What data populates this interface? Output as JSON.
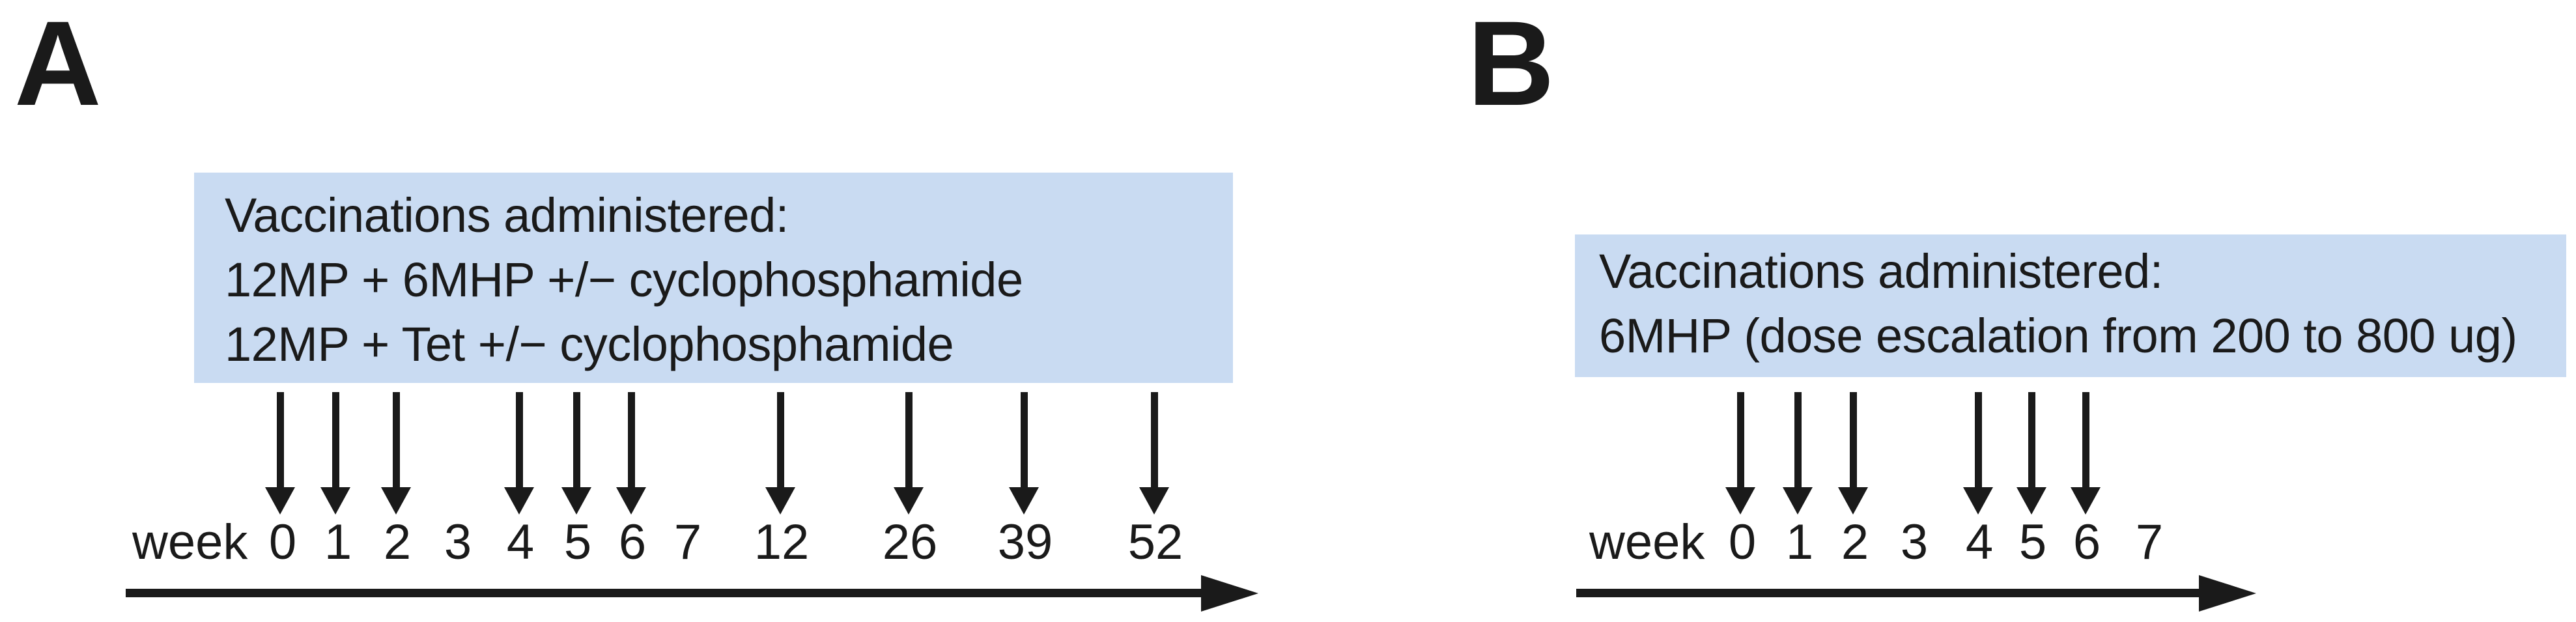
{
  "figure": {
    "background": "#ffffff",
    "ink_color": "#1a1a1a",
    "box_color": "#c9dbf2"
  },
  "panels": [
    {
      "label": "A",
      "box_lines": [
        "Vaccinations administered:",
        "12MP + 6MHP +/− cyclophosphamide",
        "12MP + Tet +/− cyclophosphamide"
      ],
      "week_word": "week",
      "weeks": [
        "0",
        "1",
        "2",
        "3",
        "4",
        "5",
        "6",
        "7",
        "12",
        "26",
        "39",
        "52"
      ],
      "arrow_weeks": "0, 1, 2, 4, 5, 6, 12, 26, 39, 52"
    },
    {
      "label": "B",
      "box_lines": [
        "Vaccinations administered:",
        "6MHP (dose escalation from 200 to 800 ug)"
      ],
      "week_word": "week",
      "weeks": [
        "0",
        "1",
        "2",
        "3",
        "4",
        "5",
        "6",
        "7"
      ],
      "arrow_weeks": "0, 1, 2, 4, 5, 6"
    }
  ]
}
